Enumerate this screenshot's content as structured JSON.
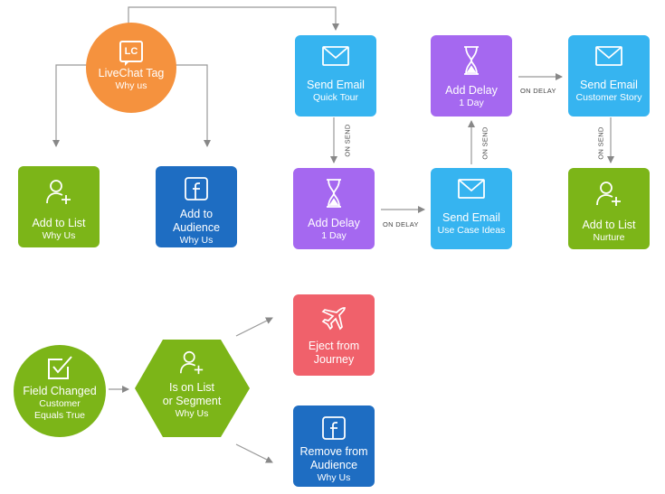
{
  "nodes": {
    "livechat": {
      "line1": "LiveChat Tag",
      "line2": "Why us",
      "badge": "LC"
    },
    "add_list_why": {
      "line1": "Add to List",
      "line2": "Why Us"
    },
    "add_audience": {
      "line1": "Add to",
      "line1b": "Audience",
      "line2": "Why Us"
    },
    "send_quick_tour": {
      "line1": "Send Email",
      "line2": "Quick Tour"
    },
    "delay_1": {
      "line1": "Add Delay",
      "line2": "1 Day"
    },
    "send_use_case": {
      "line1": "Send Email",
      "line2": "Use Case Ideas"
    },
    "delay_2": {
      "line1": "Add Delay",
      "line2": "1 Day"
    },
    "send_customer_story": {
      "line1": "Send Email",
      "line2": "Customer Story"
    },
    "add_list_nurture": {
      "line1": "Add to List",
      "line2": "Nurture"
    },
    "field_changed": {
      "line1": "Field Changed",
      "line2": "Customer",
      "line3": "Equals True"
    },
    "is_on_list": {
      "line1": "Is on List",
      "line1b": "or Segment",
      "line2": "Why Us"
    },
    "eject": {
      "line1": "Eject from",
      "line1b": "Journey"
    },
    "remove_audience": {
      "line1": "Remove from",
      "line1b": "Audience",
      "line2": "Why Us"
    }
  },
  "edge_labels": {
    "on_send_1": "ON SEND",
    "on_delay_1": "ON DELAY",
    "on_send_2": "ON SEND",
    "on_delay_2": "ON DELAY",
    "on_send_3": "ON SEND"
  },
  "colors": {
    "green": "#7cb518",
    "blue": "#1e6dc2",
    "sky": "#36b4f0",
    "purple": "#a568f0",
    "red": "#f0616b",
    "orange": "#f5923e",
    "connector": "#888888"
  }
}
